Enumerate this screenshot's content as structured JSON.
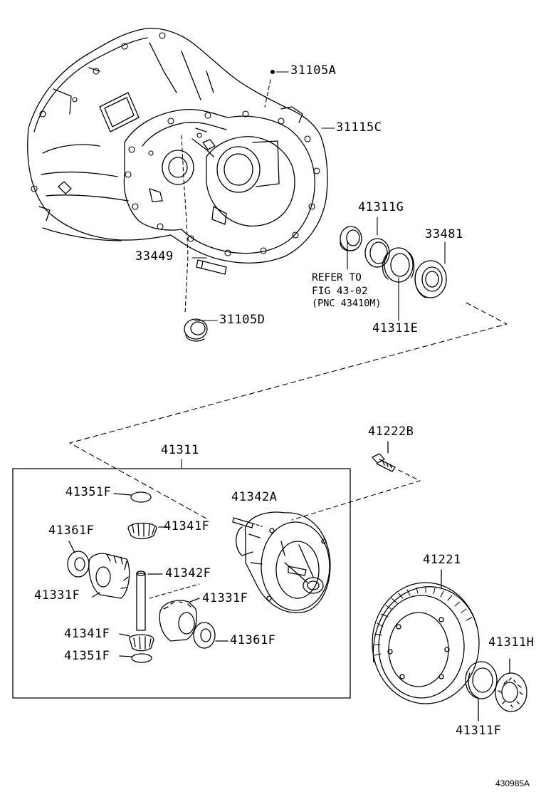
{
  "diagram_code": "430985A",
  "labels": {
    "p31105A": "31105A",
    "p31115C": "31115C",
    "p41311G": "41311G",
    "p33481": "33481",
    "p33449": "33449",
    "p41311E": "41311E",
    "p31105D": "31105D",
    "p41222B": "41222B",
    "p41311": "41311",
    "p41351F_a": "41351F",
    "p41342A": "41342A",
    "p41341F_a": "41341F",
    "p41361F_a": "41361F",
    "p41342F": "41342F",
    "p41331F_a": "41331F",
    "p41331F_b": "41331F",
    "p41341F_b": "41341F",
    "p41361F_b": "41361F",
    "p41351F_b": "41351F",
    "p41221": "41221",
    "p41311H": "41311H",
    "p41311F": "41311F"
  },
  "refer_note": {
    "line1": "REFER TO",
    "line2": "FIG 43-02",
    "line3": "(PNC 43410M)"
  }
}
